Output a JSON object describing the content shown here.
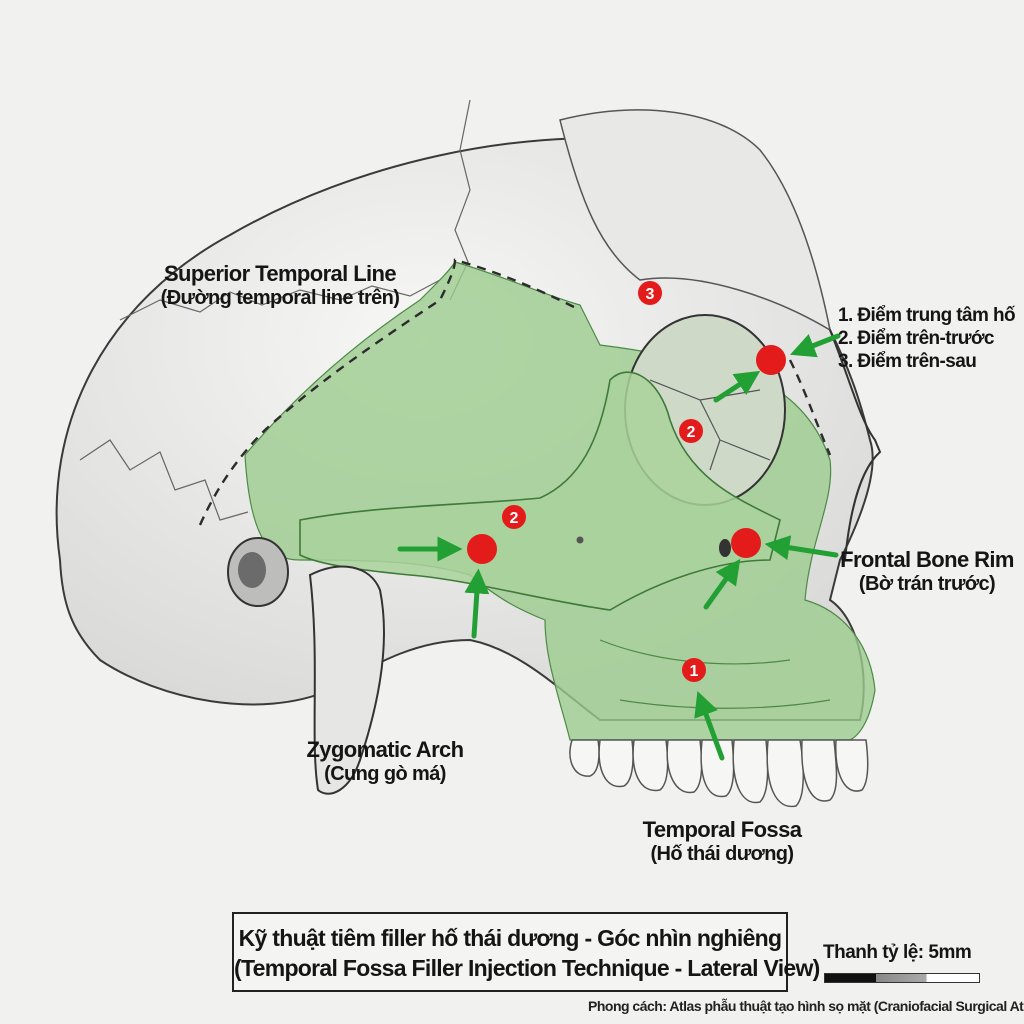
{
  "labels": {
    "superior_temporal_line": {
      "en": "Superior Temporal Line",
      "vi": "(Đường temporal line trên)"
    },
    "zygomatic_arch": {
      "en": "Zygomatic Arch",
      "vi": "(Cung gò má)"
    },
    "frontal_bone_rim": {
      "en": "Frontal Bone Rim",
      "vi": "(Bờ trán trước)"
    },
    "temporal_fossa": {
      "en": "Temporal Fossa",
      "vi": "(Hố thái dương)"
    }
  },
  "legend": [
    "1. Điểm trung tâm hố",
    "2. Điểm trên-trước",
    "3. Điểm trên-sau"
  ],
  "point_markers": {
    "one": "1",
    "two_orbit": "2",
    "two_arch": "2",
    "three": "3"
  },
  "title": {
    "line1": "Kỹ thuật tiêm filler hố thái dương - Góc nhìn nghiêng",
    "line2": "(Temporal Fossa Filler Injection Technique - Lateral View)"
  },
  "scale": {
    "label": "Thanh tỷ lệ: 5mm"
  },
  "footer": "Phong cách: Atlas phẫu thuật tạo hình sọ mặt (Craniofacial Surgical Atlas Style)",
  "colors": {
    "background": "#f1f1f0",
    "highlight_region": "#9ccc8e",
    "injection_point": "#e31b1b",
    "arrow": "#22a034",
    "bone_line": "#3a3a3a"
  },
  "icons": [
    "injection-point-marker",
    "pointer-arrow"
  ]
}
